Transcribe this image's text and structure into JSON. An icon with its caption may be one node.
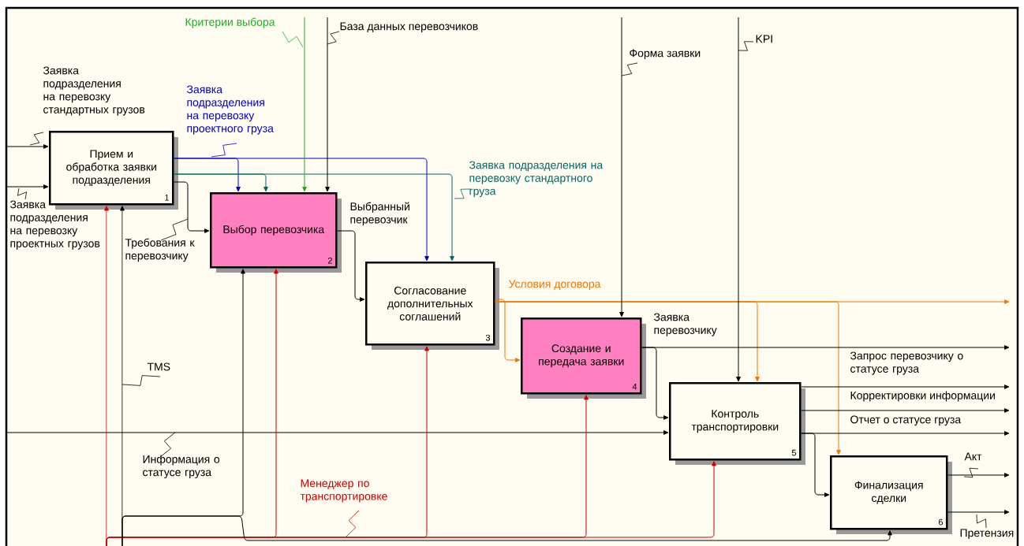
{
  "diagram": {
    "nodes": [
      {
        "text": [
          "Прием  и обработка заявки подразделения",
          "1"
        ]
      },
      {
        "text": [
          "Выбор перевозчика",
          "2"
        ]
      },
      {
        "text": [
          "Согласование дополнительных соглашений",
          "3"
        ]
      },
      {
        "text": [
          "Создание и передача заявки",
          "4"
        ]
      },
      {
        "text": [
          "Контроль транспортировки",
          "5"
        ]
      },
      {
        "text": [
          "Финализация сделки",
          "6"
        ]
      }
    ],
    "edges": [
      {
        "from": null,
        "to": 0,
        "arrow": "to",
        "label": "Заявка подразделения на перевозку стандартных грузов"
      },
      {
        "from": null,
        "to": 0,
        "arrow": "to",
        "label": "Заявка подразделения на перевозку проектных грузов"
      },
      {
        "from": 0,
        "to": 1,
        "arrow": "to",
        "color": "#0000cc",
        "label": "Заявка подразделения на перевозку проектного груза"
      },
      {
        "from": 0,
        "to": 2,
        "arrow": "to",
        "color": "#0000cc"
      },
      {
        "from": 0,
        "to": 1,
        "arrow": "to",
        "color": "#006666"
      },
      {
        "from": 0,
        "to": 2,
        "arrow": "to",
        "color": "#006666",
        "label": "Заявка подразделения на перевозку стандартного груза"
      },
      {
        "from": null,
        "to": 1,
        "arrow": "to",
        "color": "#22aa22",
        "label": "Критерии выбора"
      },
      {
        "from": null,
        "to": 1,
        "arrow": "to",
        "label": "База данных перевозчиков"
      },
      {
        "from": 0,
        "to": 1,
        "arrow": "to",
        "label": "Требования к перевозчику"
      },
      {
        "from": 1,
        "to": 2,
        "arrow": "to",
        "label": "Выбранный перевозчик"
      },
      {
        "from": 2,
        "to": 3,
        "arrow": "to",
        "color": "#ee7700"
      },
      {
        "from": 2,
        "to": null,
        "arrow": "to",
        "color": "#ee7700",
        "label": "Условия договора"
      },
      {
        "from": 2,
        "to": 4,
        "arrow": "to",
        "color": "#ee7700"
      },
      {
        "from": 2,
        "to": 5,
        "arrow": "to",
        "color": "#ee7700"
      },
      {
        "from": null,
        "to": 3,
        "arrow": "to",
        "label": "Форма заявки"
      },
      {
        "from": null,
        "to": 4,
        "arrow": "to",
        "label": "KPI"
      },
      {
        "from": 3,
        "to": null,
        "arrow": "to",
        "label": "Заявка перевозчику"
      },
      {
        "from": 3,
        "to": 4,
        "arrow": "to"
      },
      {
        "from": 4,
        "to": null,
        "arrow": "to",
        "label": "Запрос перевозчику о статусе груза"
      },
      {
        "from": 4,
        "to": null,
        "arrow": "to",
        "label": "Корректировки информации"
      },
      {
        "from": 4,
        "to": null,
        "arrow": "to",
        "label": "Отчет о статусе груза"
      },
      {
        "from": 4,
        "to": 5,
        "arrow": "to"
      },
      {
        "from": 5,
        "to": null,
        "arrow": "to",
        "label": "Акт"
      },
      {
        "from": 5,
        "to": null,
        "arrow": "to",
        "label": "Претензия"
      },
      {
        "from": null,
        "to": 4,
        "arrow": "to",
        "label": "Информация о статусе груза"
      },
      {
        "from": null,
        "to": 0,
        "arrow": "to",
        "color": "#cc0000"
      },
      {
        "from": null,
        "to": 1,
        "arrow": "to",
        "color": "#cc0000"
      },
      {
        "from": null,
        "to": 2,
        "arrow": "to",
        "color": "#cc0000",
        "label": "Менеджер по транспортировке"
      },
      {
        "from": null,
        "to": 3,
        "arrow": "to",
        "color": "#cc0000"
      },
      {
        "from": null,
        "to": 4,
        "arrow": "to",
        "color": "#cc0000"
      },
      {
        "from": null,
        "to": 0,
        "arrow": "to",
        "label": "TMS"
      },
      {
        "from": null,
        "to": 1,
        "arrow": "to"
      },
      {
        "from": null,
        "to": 5,
        "arrow": "to"
      }
    ]
  }
}
